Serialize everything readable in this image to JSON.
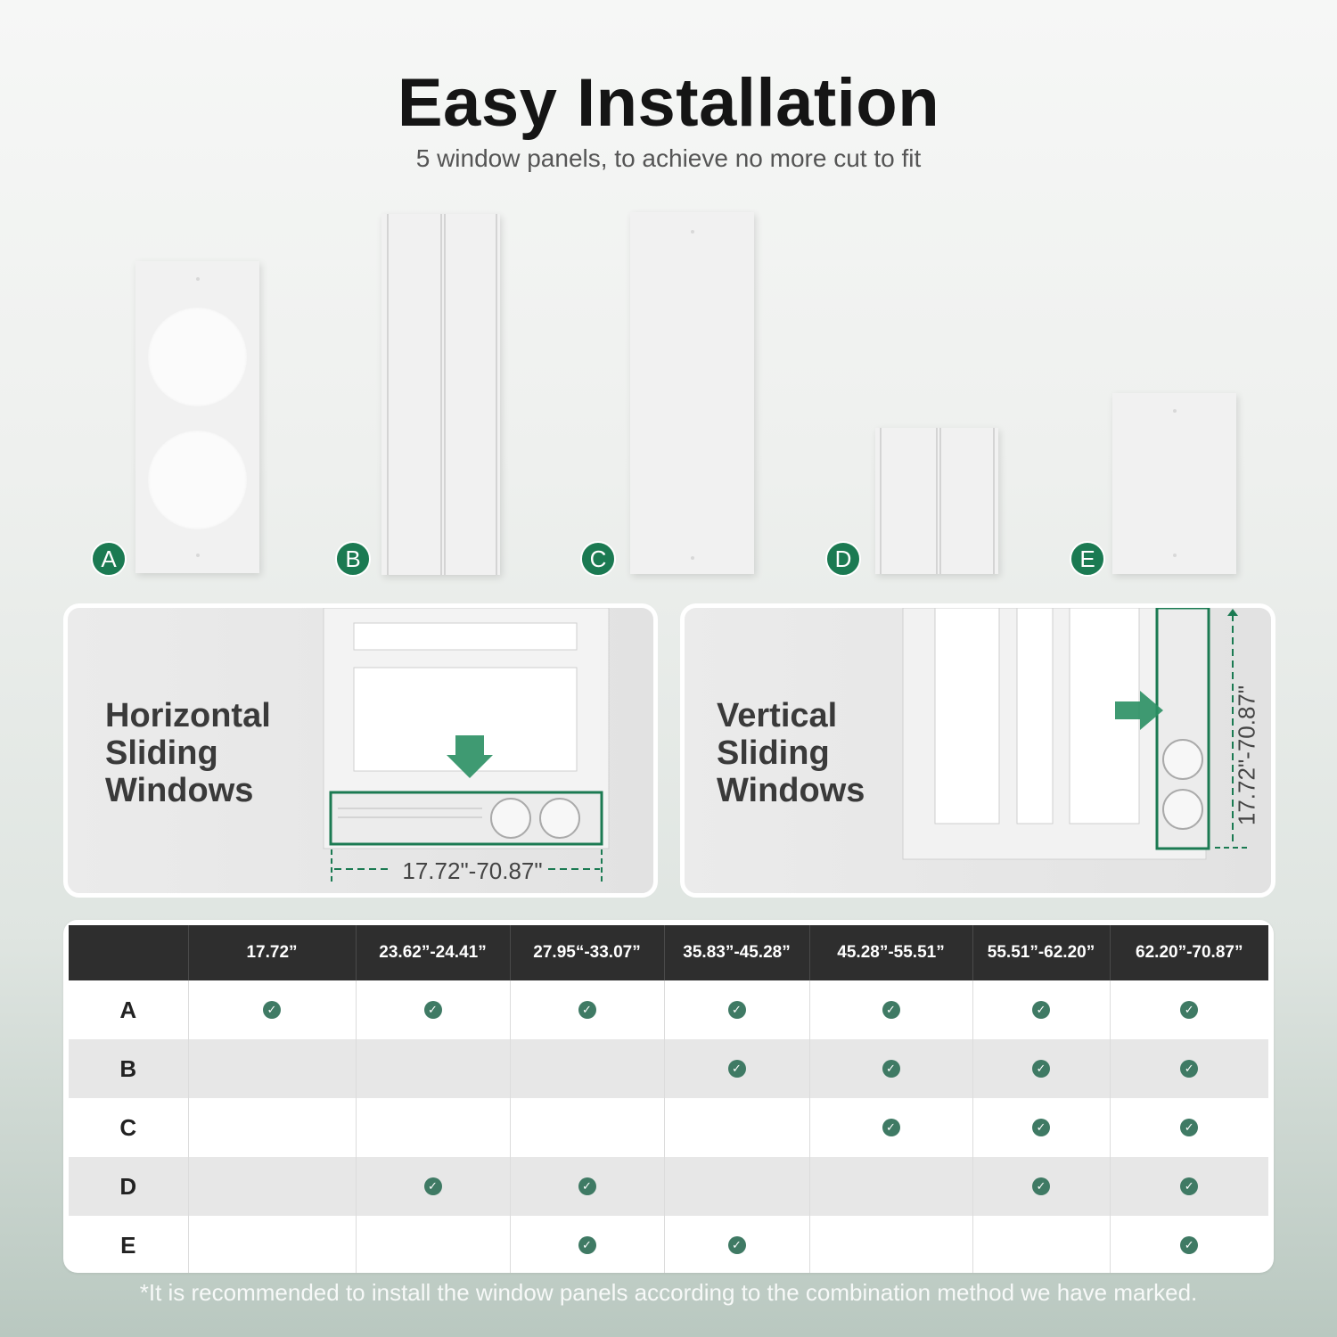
{
  "header": {
    "title": "Easy Installation",
    "subtitle": "5 window panels, to achieve no more cut to fit"
  },
  "panels": [
    {
      "letter": "A"
    },
    {
      "letter": "B"
    },
    {
      "letter": "C"
    },
    {
      "letter": "D"
    },
    {
      "letter": "E"
    }
  ],
  "cards": {
    "horizontal": {
      "label": "Horizontal\nSliding\nWindows",
      "dimension": "17.72\"-70.87\""
    },
    "vertical": {
      "label": "Vertical\nSliding\nWindows",
      "dimension": "17.72\"-70.87\""
    }
  },
  "table": {
    "columns": [
      "",
      "17.72”",
      "23.62”-24.41”",
      "27.95“-33.07”",
      "35.83”-45.28”",
      "45.28”-55.51”",
      "55.51”-62.20”",
      "62.20”-70.87”"
    ],
    "rows": [
      {
        "label": "A",
        "checks": [
          true,
          true,
          true,
          true,
          true,
          true,
          true
        ]
      },
      {
        "label": "B",
        "checks": [
          false,
          false,
          false,
          true,
          true,
          true,
          true
        ]
      },
      {
        "label": "C",
        "checks": [
          false,
          false,
          false,
          false,
          true,
          true,
          true
        ]
      },
      {
        "label": "D",
        "checks": [
          false,
          true,
          true,
          false,
          false,
          true,
          true
        ]
      },
      {
        "label": "E",
        "checks": [
          false,
          false,
          true,
          true,
          false,
          false,
          true
        ]
      }
    ]
  },
  "colors": {
    "accent": "#1b7a52",
    "check": "#3f7a64",
    "header_bg": "#2e2e2e"
  },
  "footnote": "*It is recommended to install the window panels according to the combination method we have marked."
}
